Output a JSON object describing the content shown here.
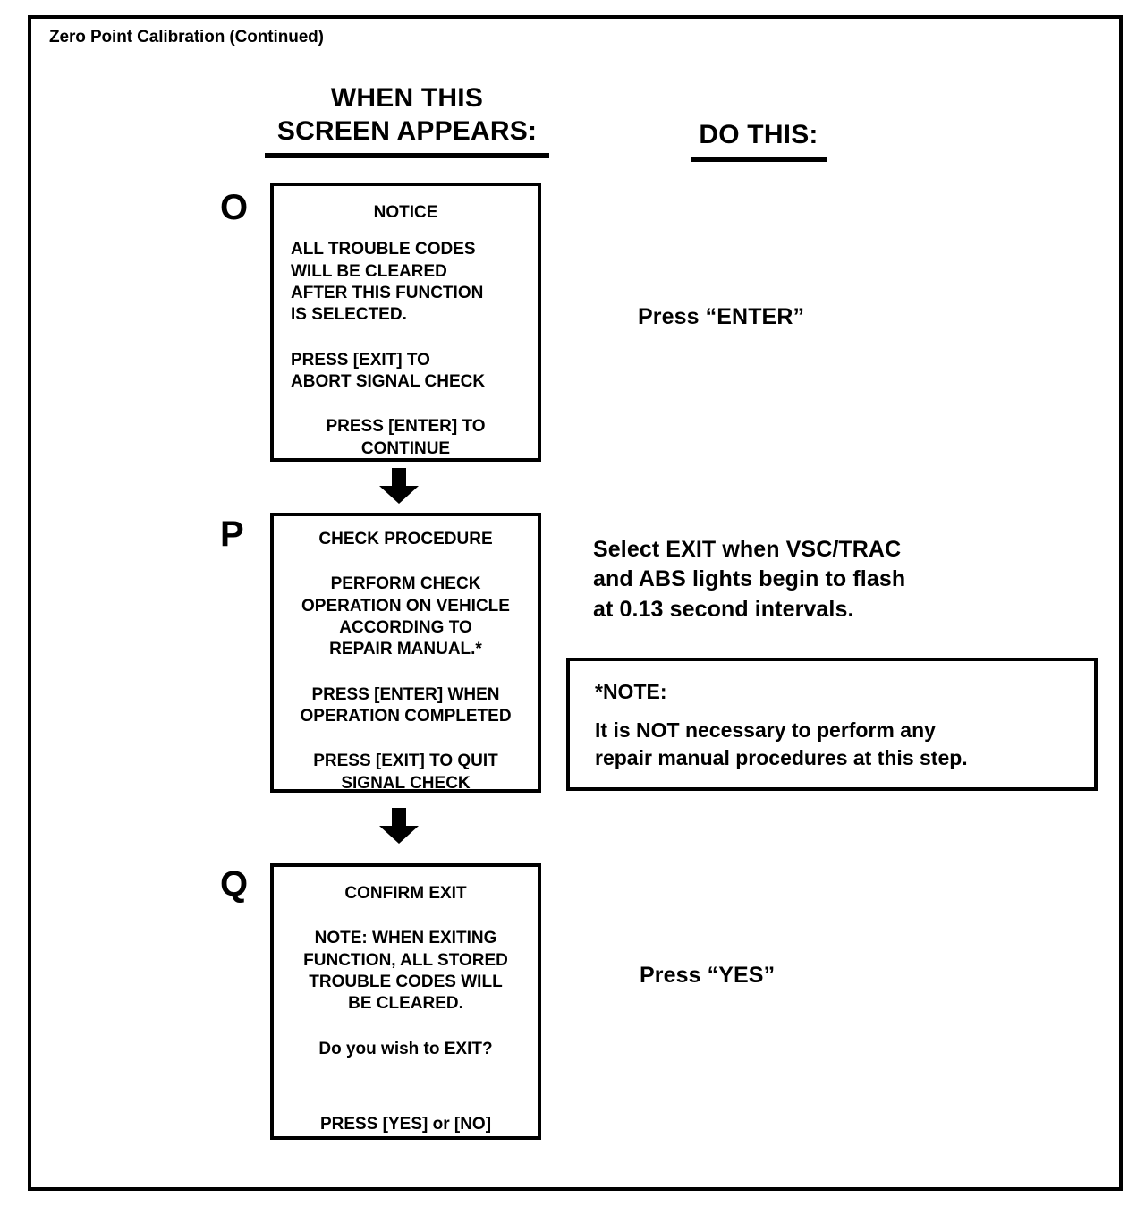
{
  "document": {
    "title": "Zero Point Calibration (Continued)"
  },
  "columns": {
    "left_heading_line1": "WHEN THIS",
    "left_heading_line2": "SCREEN APPEARS:",
    "right_heading": "DO THIS:"
  },
  "steps": [
    {
      "letter": "O",
      "screen": {
        "title": "NOTICE",
        "body": "ALL TROUBLE CODES\nWILL BE CLEARED\nAFTER THIS FUNCTION\nIS SELECTED.",
        "abort": "PRESS [EXIT] TO\nABORT SIGNAL CHECK",
        "continue": "PRESS [ENTER] TO\nCONTINUE"
      },
      "instruction": "Press “ENTER”"
    },
    {
      "letter": "P",
      "screen": {
        "title": "CHECK PROCEDURE",
        "body": "PERFORM CHECK\nOPERATION ON VEHICLE\nACCORDING TO\nREPAIR MANUAL.*",
        "enter": "PRESS [ENTER] WHEN\nOPERATION COMPLETED",
        "exit": "PRESS [EXIT] TO QUIT\nSIGNAL CHECK"
      },
      "instruction": "Select EXIT when VSC/TRAC\nand ABS lights begin to flash\nat 0.13 second intervals."
    },
    {
      "letter": "Q",
      "screen": {
        "title": "CONFIRM EXIT",
        "body": "NOTE: WHEN EXITING\nFUNCTION, ALL STORED\nTROUBLE CODES WILL\nBE CLEARED.",
        "question": "Do you wish to EXIT?",
        "keys": "PRESS [YES] or [NO]"
      },
      "instruction": "Press “YES”"
    }
  ],
  "note": {
    "title": "*NOTE:",
    "body": "It is NOT necessary to perform any\nrepair manual procedures at this step."
  },
  "icons": {
    "arrow_down_1": "arrow-down-icon",
    "arrow_down_2": "arrow-down-icon"
  },
  "colors": {
    "ink": "#000000",
    "paper": "#ffffff"
  }
}
